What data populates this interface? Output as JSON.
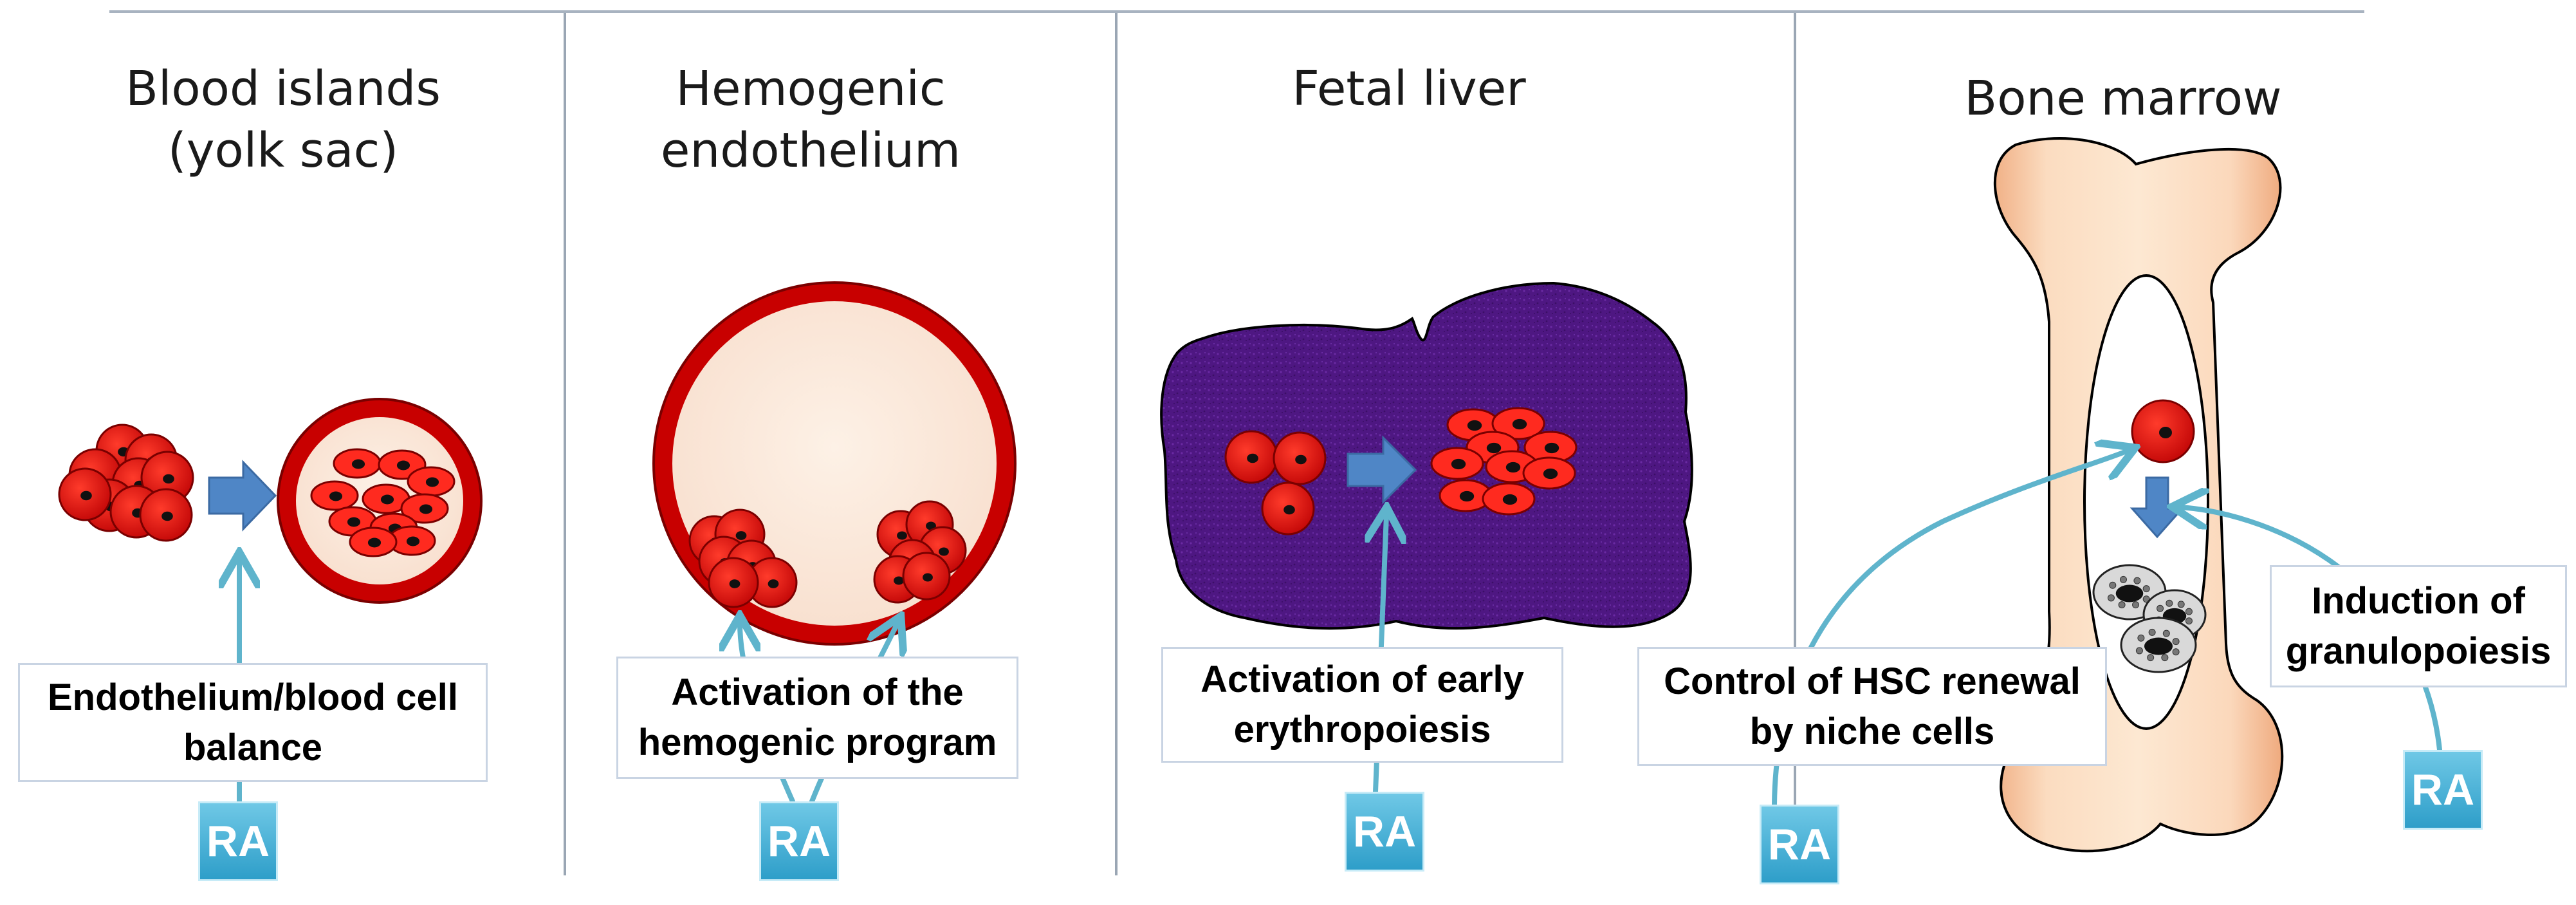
{
  "panels": [
    {
      "title_lines": [
        "Blood islands",
        "(yolk sac)"
      ],
      "caption_lines": [
        "Endothelium/blood cell",
        "balance"
      ],
      "ra_label": "RA"
    },
    {
      "title_lines": [
        "Hemogenic",
        "endothelium"
      ],
      "caption_lines": [
        "Activation of the",
        "hemogenic program"
      ],
      "ra_label": "RA"
    },
    {
      "title_lines": [
        "Fetal liver"
      ],
      "caption_lines": [
        "Activation of early",
        "erythropoiesis"
      ],
      "ra_label": "RA"
    },
    {
      "title_lines": [
        "Bone marrow"
      ],
      "captions": [
        {
          "lines": [
            "Control of HSC renewal",
            "by niche cells"
          ],
          "ra_label": "RA"
        },
        {
          "lines": [
            "Induction of",
            "granulopoiesis"
          ],
          "ra_label": "RA"
        }
      ]
    }
  ],
  "colors": {
    "red_cell": "#e41c1c",
    "cell_outline": "#7a0000",
    "vessel_ring": "#c80000",
    "vessel_lumen": "#fbe6d8",
    "process_arrow": "#4f86c6",
    "ra_arrow": "#5fb4cc",
    "liver": "#4d1780",
    "bone_inner": "#fff0df",
    "bone_outer": "#f2b58a",
    "ra_box": "#3aa7d1",
    "divider": "#9aa6b4"
  }
}
